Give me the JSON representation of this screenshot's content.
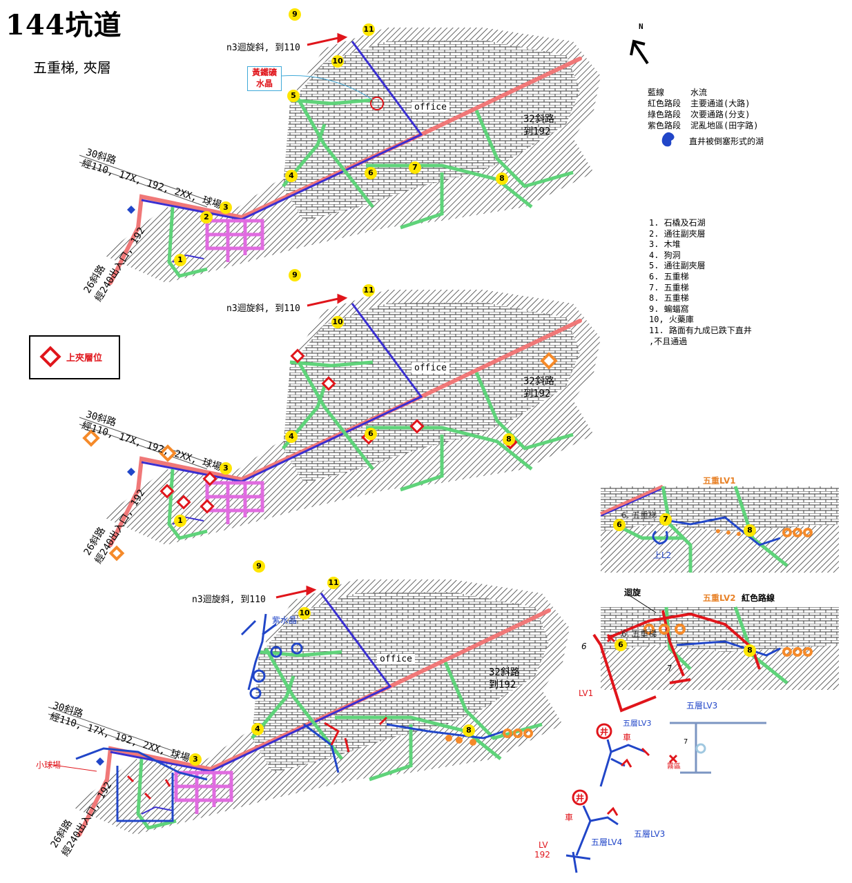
{
  "title": "144坑道",
  "subtitle": "五重梯, 夾層",
  "north": "N",
  "labels": {
    "n3": "n3迴旋斜, 到110",
    "crystal_box": "黃鐵礦\n水晶",
    "office": "office",
    "r32_1": "32斜路",
    "r32_2": "到192",
    "r30_1": "30斜路",
    "r30_2": "經110, 17X, 192, 2XX, 球場",
    "r26_1": "26斜路",
    "r26_2": "經240出入口, 192"
  },
  "legend_diamond": "上夾層位",
  "key_lines": [
    {
      "k": "藍線",
      "v": "水流"
    },
    {
      "k": "紅色路段",
      "v": "主要通道(大路)"
    },
    {
      "k": "綠色路段",
      "v": "次要通路(分支)"
    },
    {
      "k": "紫色路段",
      "v": "泥亂地區(田字路)"
    }
  ],
  "key_lake": "直井被倒塞形式的湖",
  "notes": [
    "1. 石橇及石湖",
    "2. 通往副夾層",
    "3. 木堆",
    "4. 狗洞",
    "5. 通往副夾層",
    "6. 五重梯",
    "7. 五重梯",
    "8. 五重梯",
    "9. 蝙蝠窩",
    "10, 火藥庫",
    "11. 路面有九成已跌下直井",
    " ,不且通過"
  ],
  "annotations": {
    "lv1_title": "五重LV1",
    "lv2_title": "五重LV2",
    "lv2_red": "紅色路線",
    "spin": "迴旋",
    "up_l2": "上L2",
    "six_five": "6. 五重梯",
    "purple_crystal": "紫水晶",
    "small_field": "小球場",
    "lv1": "LV1",
    "five_lv3_a": "五層LV3",
    "five_lv3_b": "五層LV3",
    "five_lv3_c": "五層LV3",
    "five_lv4": "五層LV4",
    "well_a": "井",
    "well_b": "井",
    "car_a": "車",
    "car_b": "車",
    "lv192_1": "LV",
    "lv192_2": "192",
    "mark_6": "6",
    "mark_7": "7",
    "mark_7b": "7",
    "zone": "霧區"
  },
  "points": [
    "1",
    "2",
    "3",
    "4",
    "5",
    "6",
    "7",
    "8",
    "9",
    "10",
    "11"
  ],
  "colors": {
    "main": "#f07878",
    "water": "#3a2fd1",
    "branch": "#5fd37a",
    "mud": "#e06ce0",
    "yellow": "#ffe600",
    "red": "#e0151b",
    "orange": "#f58a2a",
    "blue": "#2146c8"
  }
}
